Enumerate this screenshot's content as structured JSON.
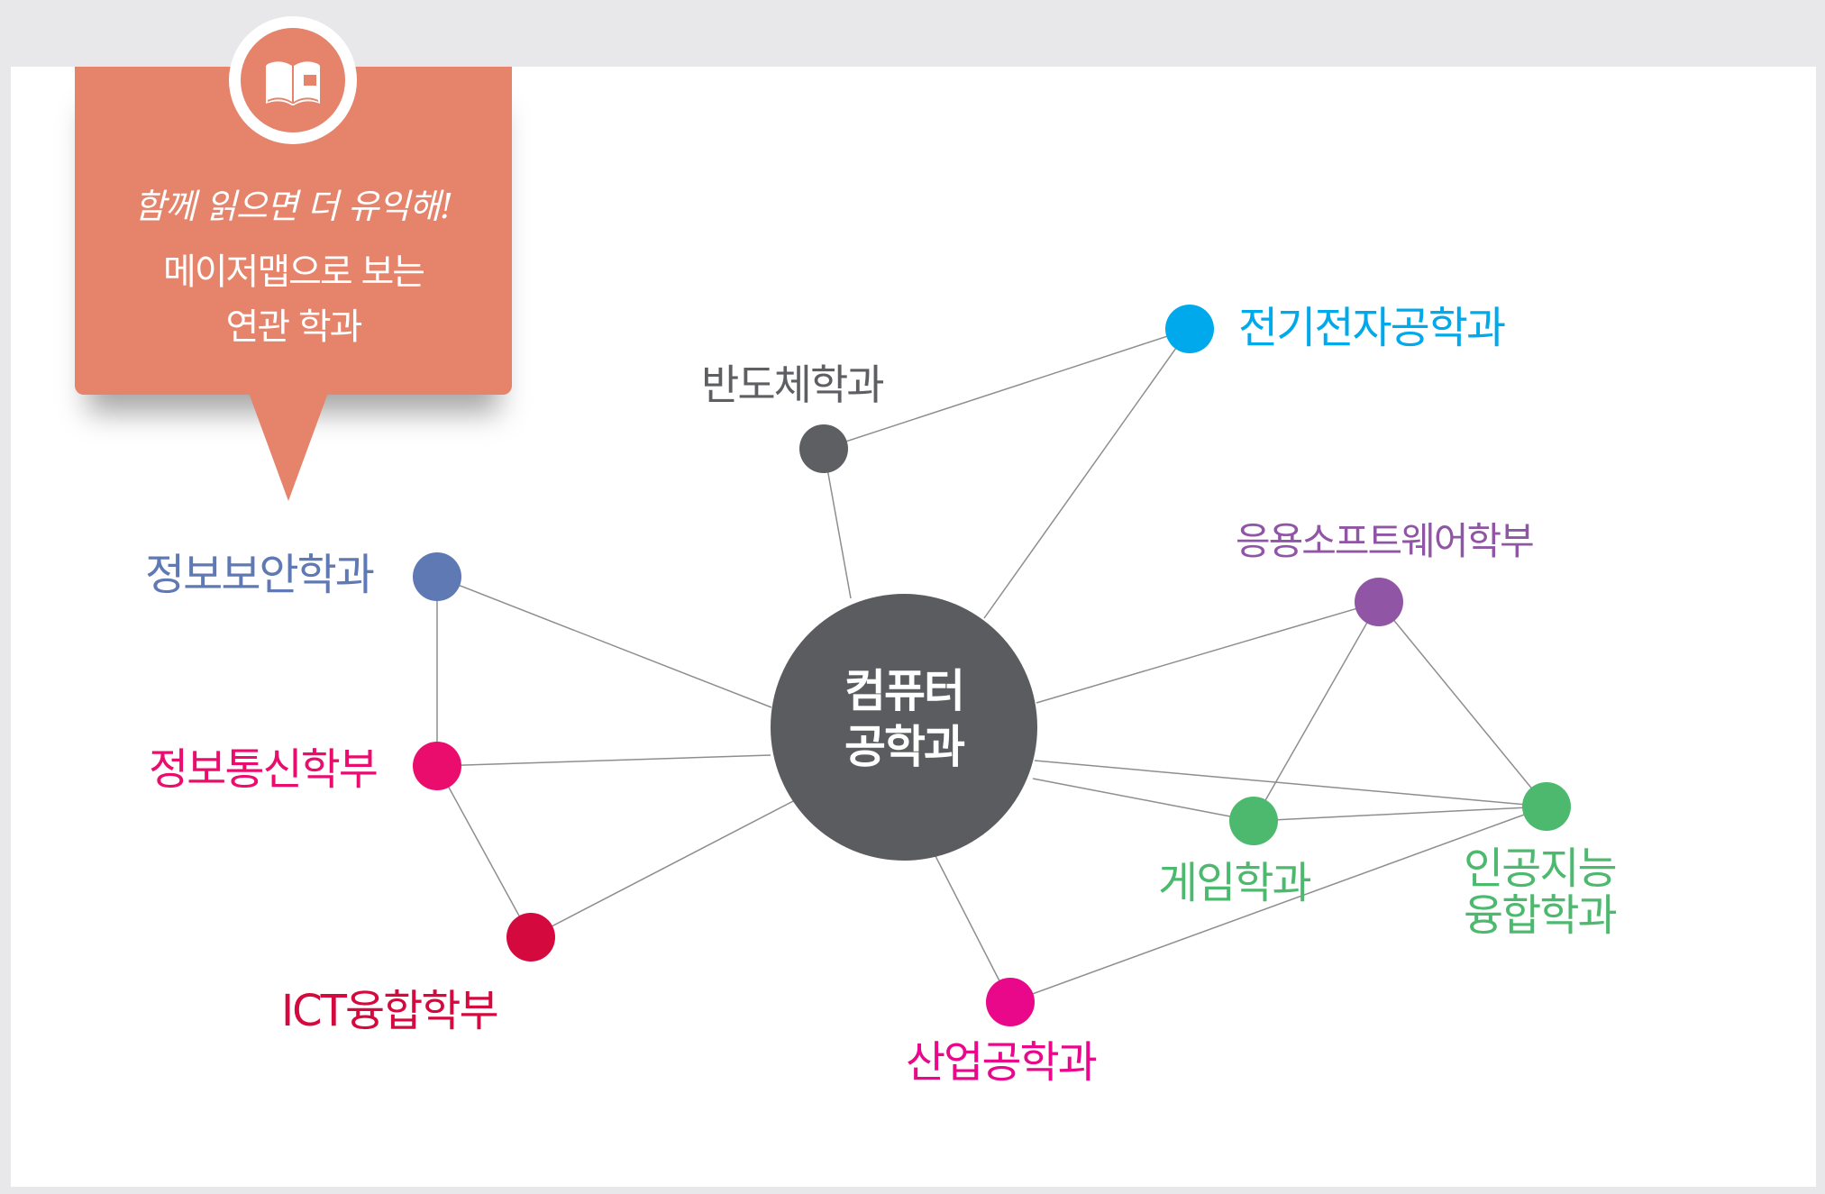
{
  "callout": {
    "script_text": "함께 읽으면 더 유익해!",
    "line1": "메이저맵으로 보는",
    "line2": "연관 학과",
    "color": "#e5836b",
    "icon": "book-icon"
  },
  "center": {
    "line1": "컴퓨터",
    "line2": "공학과",
    "color": "#5b5c60"
  },
  "nodes": [
    {
      "id": "semiconductor",
      "label": "반도체학과",
      "color": "#5e5f63"
    },
    {
      "id": "electrical",
      "label": "전기전자공학과",
      "color": "#00a9ec"
    },
    {
      "id": "infosec",
      "label": "정보보안학과",
      "color": "#5e79b3"
    },
    {
      "id": "infocomm",
      "label": "정보통신학부",
      "color": "#eb0d6e"
    },
    {
      "id": "ict",
      "label": "ICT융합학부",
      "color": "#d4093e"
    },
    {
      "id": "industrial",
      "label": "산업공학과",
      "color": "#e9088a"
    },
    {
      "id": "software",
      "label": "응용소프트웨어학부",
      "color": "#9055a5"
    },
    {
      "id": "game",
      "label": "게임학과",
      "color": "#4cb96e"
    },
    {
      "id": "ai_line1",
      "label": "인공지능",
      "color": "#4cb96e"
    },
    {
      "id": "ai_line2",
      "label": "융합학과",
      "color": "#4cb96e"
    }
  ]
}
